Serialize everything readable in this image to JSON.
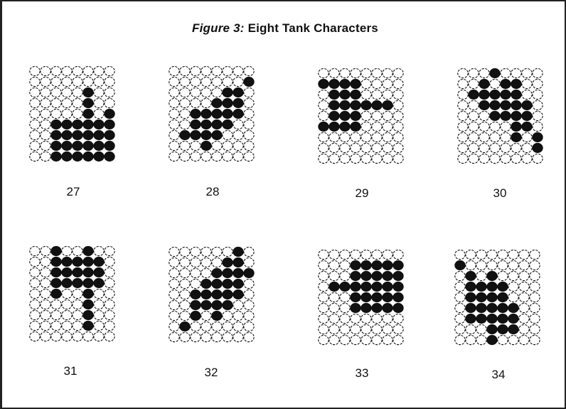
{
  "figure": {
    "title_prefix": "Figure 3:",
    "title_text": " Eight Tank Characters"
  },
  "colors": {
    "ink": "#111111",
    "paper": "#ffffff"
  },
  "characters": [
    {
      "label": "27",
      "rows": [
        "00000000",
        "00000000",
        "00000100",
        "00000100",
        "00000101",
        "00111111",
        "00111111",
        "00111111",
        "00111111"
      ]
    },
    {
      "label": "28",
      "rows": [
        "00000000",
        "00000001",
        "00000110",
        "00001110",
        "00111110",
        "00111100",
        "01111000",
        "00010000",
        "00000000"
      ]
    },
    {
      "label": "29",
      "rows": [
        "00000000",
        "11110000",
        "01110000",
        "01111110",
        "01110000",
        "11110000",
        "00000000",
        "00000000",
        "00000000"
      ]
    },
    {
      "label": "30",
      "rows": [
        "00010000",
        "00101100",
        "01111100",
        "00111110",
        "00011110",
        "00000110",
        "00000101",
        "00000001",
        "00000000"
      ]
    },
    {
      "label": "31",
      "rows": [
        "00100100",
        "00111110",
        "00111110",
        "00111110",
        "00100100",
        "00000100",
        "00000100",
        "00000100",
        "00000000"
      ]
    },
    {
      "label": "32",
      "rows": [
        "00000010",
        "00000110",
        "00001111",
        "00011110",
        "00111110",
        "00111100",
        "00101000",
        "01000000",
        "00000000"
      ]
    },
    {
      "label": "33",
      "rows": [
        "00000000",
        "00011111",
        "00011111",
        "01111111",
        "00011111",
        "00011111",
        "00000000",
        "00000000",
        "00000000"
      ]
    },
    {
      "label": "34",
      "rows": [
        "00000000",
        "10000000",
        "01010000",
        "01111000",
        "01111000",
        "01111100",
        "01111100",
        "00011100",
        "00010000"
      ]
    }
  ]
}
